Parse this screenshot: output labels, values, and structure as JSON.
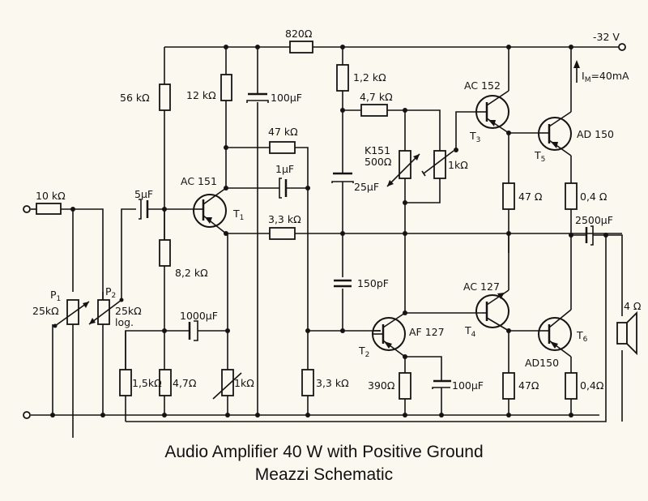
{
  "title": "Audio Amplifier 40 W with Positive Ground",
  "subtitle": "Meazzi Schematic",
  "supply": {
    "voltage": "-32 V",
    "current_label": "I",
    "current_sub": "M",
    "current_value": "=40mA"
  },
  "resistors": {
    "r_820": "820Ω",
    "r_56k": "56 kΩ",
    "r_12k": "12 kΩ",
    "r_10k": "10 kΩ",
    "r_47k": "47 kΩ",
    "r_3k3_fb": "3,3 kΩ",
    "r_8k2": "8,2 kΩ",
    "r_1k5": "1,5kΩ",
    "r_4r7": "4,7Ω",
    "r_1k_trim": "1kΩ",
    "r_3k3": "3,3 kΩ",
    "r_1k2": "1,2 kΩ",
    "r_4k7": "4,7 kΩ",
    "r_1k_bias": "1kΩ",
    "r_k151": "K151",
    "r_k151_val": "500Ω",
    "r_390": "390Ω",
    "r_47_top": "47 Ω",
    "r_47_bot": "47Ω",
    "r_04_top": "0,4 Ω",
    "r_04_bot": "0,4Ω"
  },
  "capacitors": {
    "c_100u_top": "100µF",
    "c_1u": "1µF",
    "c_5u": "5µF",
    "c_1000u": "1000µF",
    "c_25u": "25µF",
    "c_150p": "150pF",
    "c_100u_bot": "100µF",
    "c_2500u": "2500µF"
  },
  "pots": {
    "p1": "P",
    "p1_sub": "1",
    "p1_val": "25kΩ",
    "p2": "P",
    "p2_sub": "2",
    "p2_val": "25kΩ",
    "p2_taper": "log."
  },
  "transistors": {
    "t1": {
      "ref": "T",
      "sub": "1",
      "type": "AC 151"
    },
    "t2": {
      "ref": "T",
      "sub": "2",
      "type": "AF 127"
    },
    "t3": {
      "ref": "T",
      "sub": "3",
      "type": "AC 152"
    },
    "t4": {
      "ref": "T",
      "sub": "4",
      "type": "AC 127"
    },
    "t5": {
      "ref": "T",
      "sub": "5",
      "type": "AD 150"
    },
    "t6": {
      "ref": "T",
      "sub": "6",
      "type": "AD150"
    }
  },
  "speaker": "4 Ω"
}
